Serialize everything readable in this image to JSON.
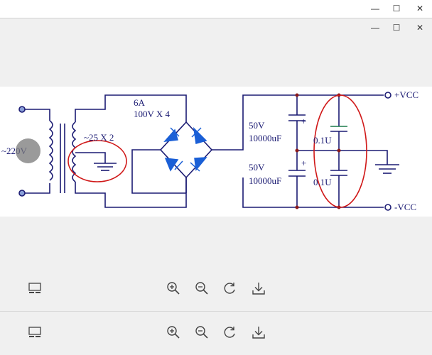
{
  "window": {
    "controls": [
      {
        "name": "minimize",
        "glyph": "—"
      },
      {
        "name": "maximize",
        "glyph": "☐"
      },
      {
        "name": "close",
        "glyph": "✕"
      }
    ]
  },
  "circuit": {
    "labels": {
      "mains": "~220V",
      "secondary": "~25 X 2",
      "bridge_current": "6A",
      "bridge_rating": "100V X 4",
      "cap1_voltage": "50V",
      "cap1_value": "10000uF",
      "cap2_voltage": "50V",
      "cap2_value": "10000uF",
      "small_cap1": "0.1U",
      "small_cap2": "0.1U",
      "plus_vcc": "+VCC",
      "minus_vcc": "-VCC",
      "plus1": "+",
      "plus2": "+"
    },
    "colors": {
      "wire": "#1b1b73",
      "diode": "#1a5fd6",
      "highlight": "#d01818",
      "node": "#8b1a1a"
    }
  },
  "toolbar": {
    "icons": [
      "thumbnail-icon",
      "zoom-in-icon",
      "zoom-out-icon",
      "rotate-icon",
      "download-icon"
    ]
  }
}
